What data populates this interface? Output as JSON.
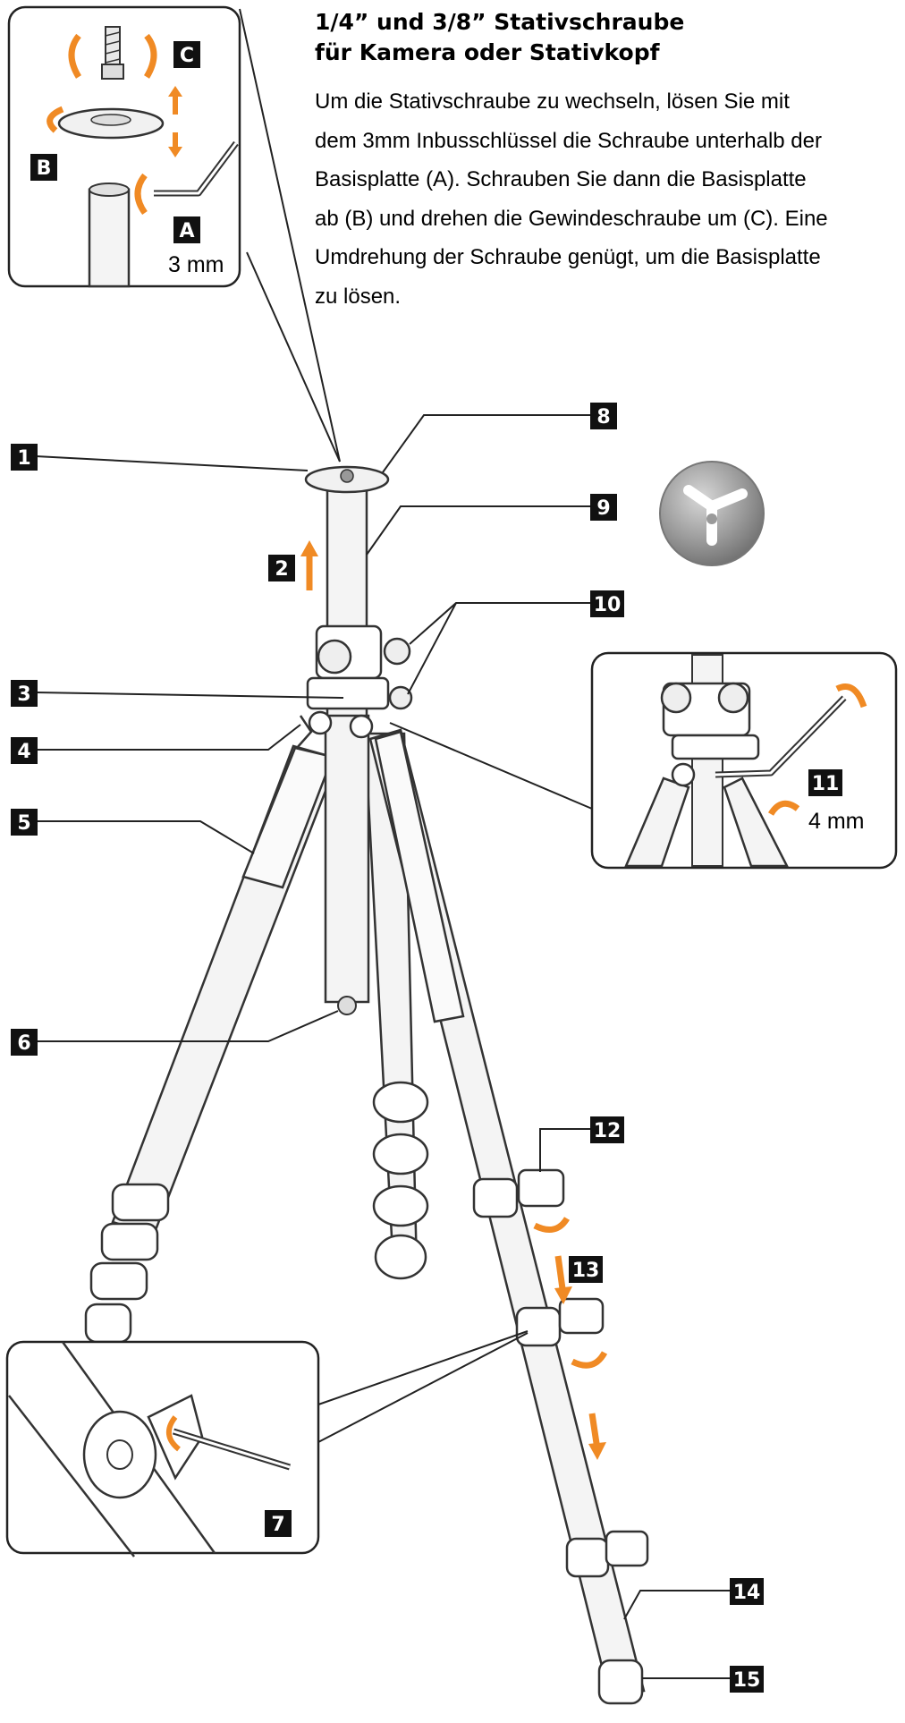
{
  "heading": {
    "line1": "1/4” und 3/8” Stativschraube",
    "line2": "für Kamera oder Stativkopf"
  },
  "instructions": {
    "lines": [
      "Um die Stativschraube zu wechseln, lösen Sie mit",
      "dem 3mm Inbusschlüssel die Schraube unterhalb der",
      "Basisplatte (A). Schrauben Sie dann die Basisplatte",
      "ab (B) und drehen die Gewindeschraube um (C). Eine",
      "Umdrehung der Schraube genügt, um die Basisplatte",
      "zu lösen."
    ]
  },
  "inset_top": {
    "label_a": "A",
    "label_b": "B",
    "label_c": "C",
    "size": "3 mm"
  },
  "inset_right": {
    "label": "11",
    "size": "4 mm"
  },
  "inset_bottom": {
    "label": "7"
  },
  "part_labels": [
    "1",
    "2",
    "3",
    "4",
    "5",
    "6",
    "8",
    "9",
    "10",
    "12",
    "13",
    "14",
    "15"
  ],
  "colors": {
    "accent_orange": "#f08a24",
    "badge": "#111111",
    "line": "#222222",
    "tube_fill": "#f4f4f4",
    "logo_grey": "#9a9a9a"
  },
  "icons": [
    "tripod-logo-icon",
    "rotate-arrow-icon",
    "hex-key-icon"
  ]
}
